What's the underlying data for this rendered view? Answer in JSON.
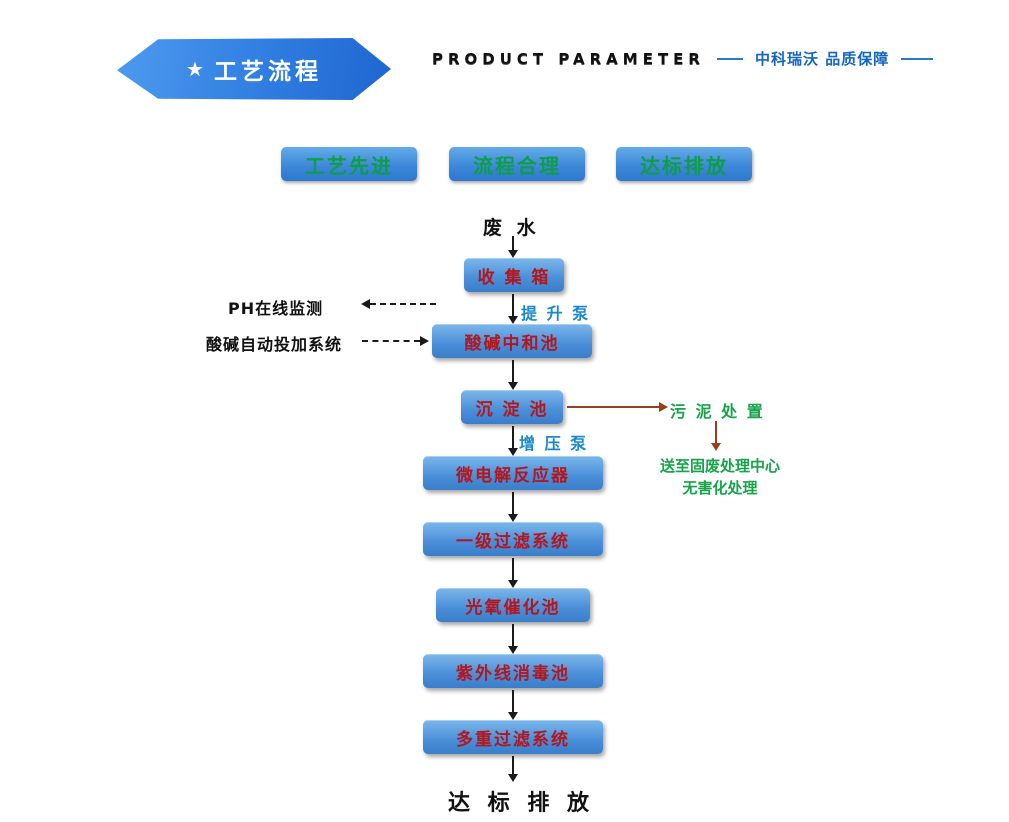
{
  "header": {
    "star": "★",
    "banner_title": "工艺流程",
    "subtitle": "PRODUCT PARAMETER",
    "brand": "中科瑞沃  品质保障"
  },
  "badges": [
    {
      "label": "工艺先进"
    },
    {
      "label": "流程合理"
    },
    {
      "label": "达标排放"
    }
  ],
  "flow": {
    "source": "废 水",
    "steps": [
      {
        "label": "收 集 箱"
      },
      {
        "label": "酸碱中和池"
      },
      {
        "label": "沉 淀 池"
      },
      {
        "label": "微电解反应器"
      },
      {
        "label": "一级过滤系统"
      },
      {
        "label": "光氧催化池"
      },
      {
        "label": "紫外线消毒池"
      },
      {
        "label": "多重过滤系统"
      }
    ],
    "pump_lift": "提 升 泵",
    "pump_boost": "增 压 泵",
    "outcome": "达 标 排 放",
    "annotations": {
      "ph_monitor": "PH在线监测",
      "dosing_system": "酸碱自动投加系统",
      "sludge": "污 泥 处 置",
      "disposal_line1": "送至固废处理中心",
      "disposal_line2": "无害化处理"
    }
  },
  "colors": {
    "banner_blue": "#2f7de0",
    "box_blue_light": "#7ab5ea",
    "box_blue_dark": "#3a7ecb",
    "box_text_red": "#b4161d",
    "badge_text_green": "#0f9d4a",
    "note_green": "#17a34a",
    "pump_teal": "#1b89c8",
    "sludge_arrow_brown": "#96411c",
    "brand_blue": "#1565c0",
    "arrow_black": "#1a1a1a"
  }
}
